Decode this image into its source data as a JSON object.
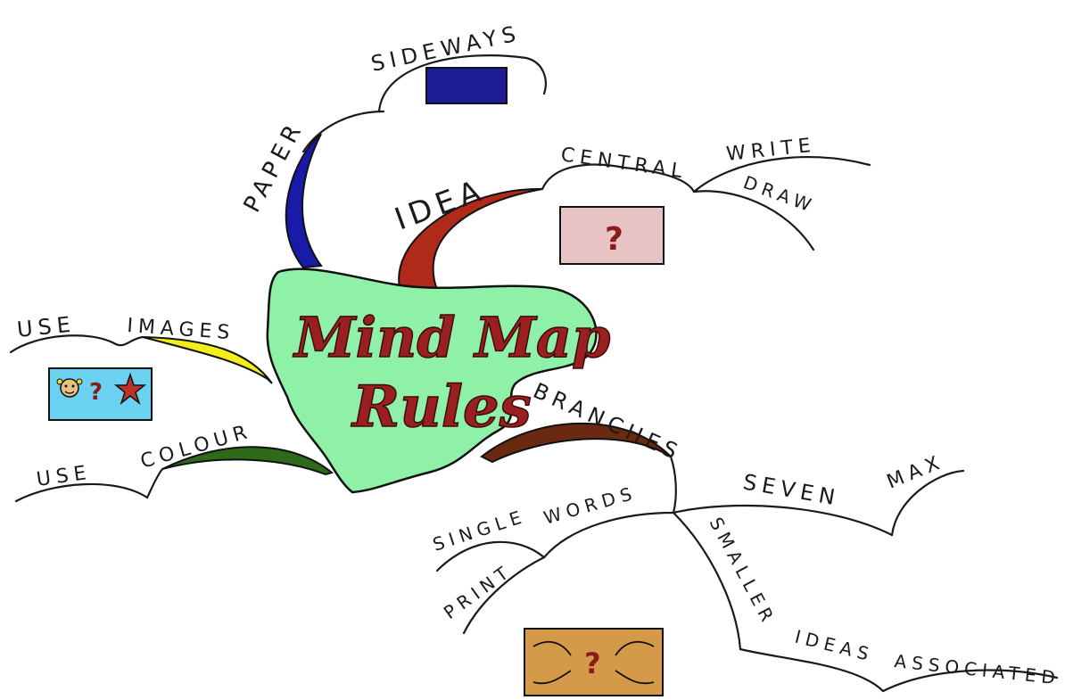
{
  "title": {
    "line1": "Mind Map",
    "line2": "Rules"
  },
  "branches": {
    "paper": "PAPER",
    "sideways": "SIDEWAYS",
    "idea": "IDEA",
    "central": "CENTRAL",
    "write": "WRITE",
    "draw": "DRAW",
    "use_images_use": "USE",
    "use_images_images": "IMAGES",
    "use_colour_use": "USE",
    "use_colour_colour": "COLOUR",
    "branches": "BRANCHES",
    "seven": "SEVEN",
    "max": "MAX",
    "single": "SINGLE",
    "words": "WORDS",
    "print": "PRINT",
    "smaller": "SMALLER",
    "ideas": "IDEAS",
    "associated": "ASSOCIATED"
  },
  "icons": {
    "question": "?"
  },
  "colors": {
    "center_fill": "#8ff0a8",
    "paper_branch": "#1a1aa8",
    "idea_branch": "#b02a1a",
    "images_branch": "#f2ee1a",
    "colour_branch": "#2f6a1a",
    "branches_branch": "#6a2a12",
    "sideways_box": "#1c1c96",
    "central_box": "#e8c4c4",
    "images_box": "#6ad2f0",
    "associated_box": "#d49a4a"
  }
}
